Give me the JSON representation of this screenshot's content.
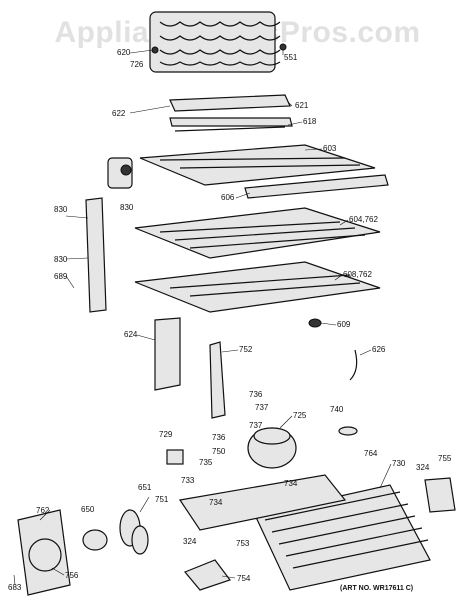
{
  "watermark": "AppliancePartsPros.com",
  "art_number": "(ART NO. WR17611 C)",
  "labels": {
    "p620": "620",
    "p726": "726",
    "p551": "551",
    "p622": "622",
    "p621": "621",
    "p618": "618",
    "p603": "603",
    "p606": "606",
    "p830a": "830",
    "p830b": "830",
    "p830c": "830",
    "p689": "689",
    "p604": "604,762",
    "p608": "608,762",
    "p609": "609",
    "p624": "624",
    "p752": "752",
    "p626": "626",
    "p736a": "736",
    "p737a": "737",
    "p737b": "737",
    "p736b": "736",
    "p725": "725",
    "p740": "740",
    "p729": "729",
    "p750": "750",
    "p764": "764",
    "p730": "730",
    "p755": "755",
    "p324a": "324",
    "p735": "735",
    "p733": "733",
    "p734a": "734",
    "p734b": "734",
    "p651": "651",
    "p751": "751",
    "p762": "762",
    "p650": "650",
    "p324b": "324",
    "p753": "753",
    "p756": "756",
    "p754": "754",
    "p683": "683"
  }
}
